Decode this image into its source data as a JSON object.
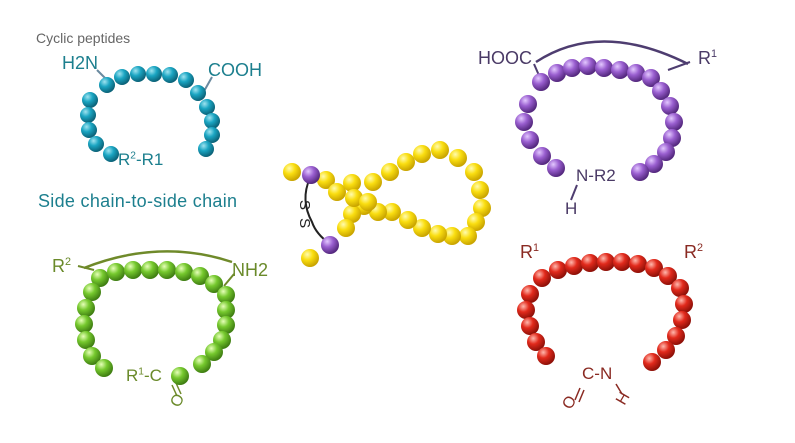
{
  "heading": "Cyclic peptides",
  "colors": {
    "teal": "#1596b0",
    "purple": "#8a4fc0",
    "yellow": "#f4d500",
    "green": "#6cbf2a",
    "red": "#e02418",
    "teal_text": "#1c7f8e",
    "purple_text": "#4a3a66",
    "green_text": "#6a8a2a",
    "red_text": "#8a2a22",
    "heading_text": "#666666",
    "bond": "#222222"
  },
  "teal_ring": {
    "left_label": "H2N",
    "right_label": "COOH",
    "bottom_label": {
      "r": "R",
      "sup": "2",
      "rest": "-R1"
    },
    "caption": "Side chain-to-side chain"
  },
  "purple_ring": {
    "left_label": "HOOC",
    "right_label": {
      "r": "R",
      "sup": "1"
    },
    "bottom_label": "N-R2",
    "h_label": "H"
  },
  "center_peptide": {
    "bridge_label": "S S"
  },
  "green_ring": {
    "left_label": {
      "r": "R",
      "sup": "2"
    },
    "right_label": "NH2",
    "bottom_label": {
      "r": "R",
      "sup": "1",
      "rest": "-C"
    },
    "o_label": "O"
  },
  "red_ring": {
    "left_label": {
      "r": "R",
      "sup": "1"
    },
    "right_label": {
      "r": "R",
      "sup": "2"
    },
    "bottom_label": "C-N",
    "o_label": "O",
    "h_label": "H"
  }
}
